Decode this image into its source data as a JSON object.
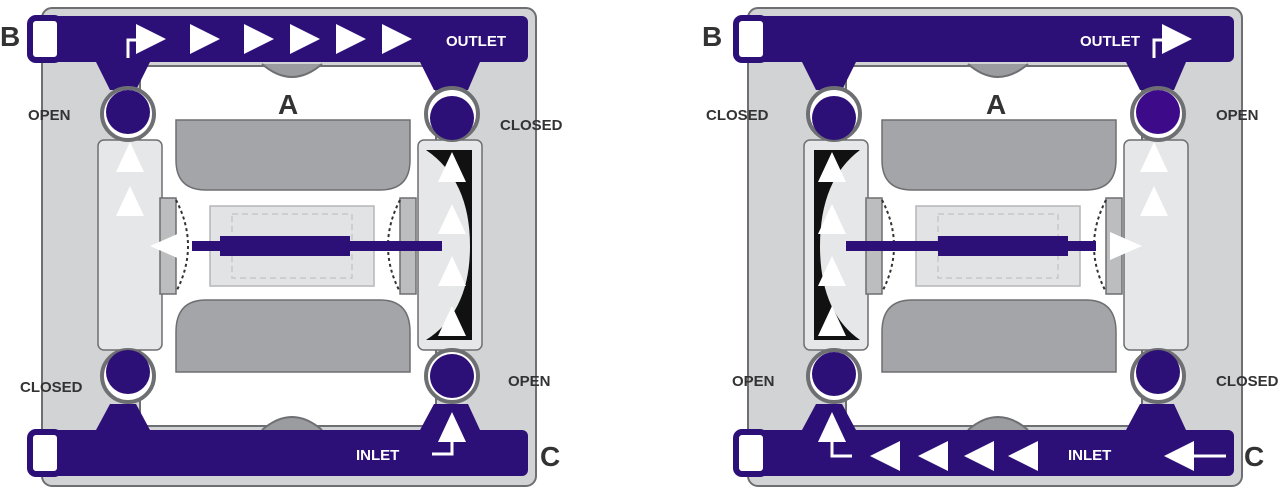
{
  "colors": {
    "fluid": "#2d0f78",
    "body": "#d2d3d5",
    "body_dark": "#9b9c9f",
    "block": "#a4a5a8",
    "chamber": "#e6e7e8",
    "outline": "#6e6f72",
    "label": "#333333",
    "arrow": "#ffffff"
  },
  "icons": [
    "flow-arrow-icon",
    "ball-valve-icon",
    "diaphragm-icon",
    "shaft-icon"
  ],
  "left_pump": {
    "port_b": "B",
    "port_c": "C",
    "center_label": "A",
    "outlet_label": "OUTLET",
    "inlet_label": "INLET",
    "valve_top_left": "OPEN",
    "valve_top_right": "CLOSED",
    "valve_bottom_left": "CLOSED",
    "valve_bottom_right": "OPEN"
  },
  "right_pump": {
    "port_b": "B",
    "port_c": "C",
    "center_label": "A",
    "outlet_label": "OUTLET",
    "inlet_label": "INLET",
    "valve_top_left": "CLOSED",
    "valve_top_right": "OPEN",
    "valve_bottom_left": "OPEN",
    "valve_bottom_right": "CLOSED"
  }
}
